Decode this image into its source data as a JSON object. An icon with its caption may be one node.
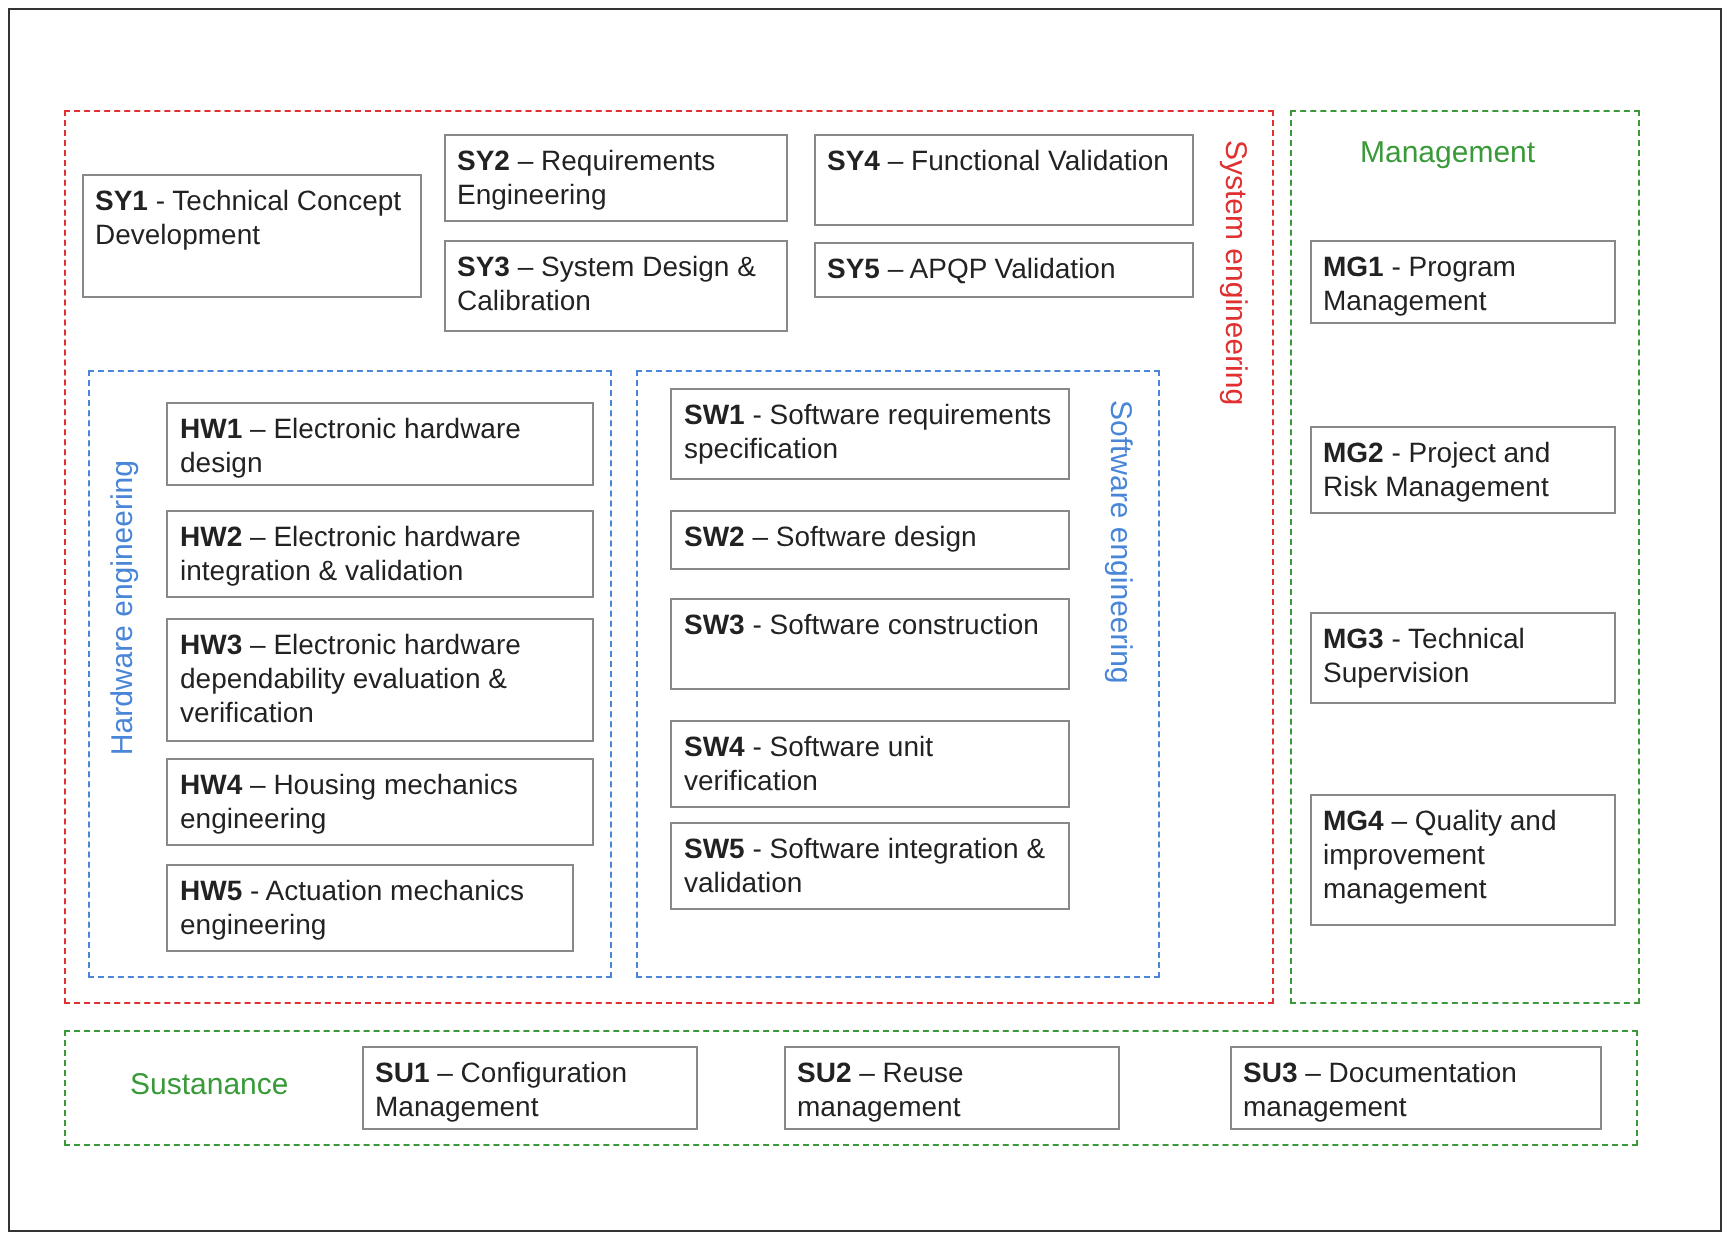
{
  "diagram": {
    "nodes": [
      {
        "text": [
          "System engineering"
        ]
      },
      {
        "text": [
          "**SY1** - Technical Concept Development"
        ],
        "in": 0
      },
      {
        "text": [
          "**SY2** – Requirements Engineering"
        ],
        "in": 0
      },
      {
        "text": [
          "**SY3** – System Design & Calibration"
        ],
        "in": 0
      },
      {
        "text": [
          "**SY4** – Functional Validation"
        ],
        "in": 0
      },
      {
        "text": [
          "**SY5** – APQP Validation"
        ],
        "in": 0
      },
      {
        "text": [
          "Hardware engineering"
        ],
        "in": 0
      },
      {
        "text": [
          "**HW1** – Electronic hardware design"
        ],
        "in": 6
      },
      {
        "text": [
          "**HW2** – Electronic hardware integration & validation"
        ],
        "in": 6
      },
      {
        "text": [
          "**HW3** – Electronic hardware dependability evaluation & verification"
        ],
        "in": 6
      },
      {
        "text": [
          "**HW4** – Housing mechanics engineering"
        ],
        "in": 6
      },
      {
        "text": [
          "**HW5** - Actuation mechanics engineering"
        ],
        "in": 6
      },
      {
        "text": [
          "Software engineering"
        ],
        "in": 0
      },
      {
        "text": [
          "**SW1** - Software requirements specification"
        ],
        "in": 12
      },
      {
        "text": [
          "**SW2** – Software design"
        ],
        "in": 12
      },
      {
        "text": [
          "**SW3** - Software construction"
        ],
        "in": 12
      },
      {
        "text": [
          "**SW4** - Software unit verification"
        ],
        "in": 12
      },
      {
        "text": [
          "**SW5** - Software integration & validation"
        ],
        "in": 12
      },
      {
        "text": [
          "Management"
        ]
      },
      {
        "text": [
          "**MG1** - Program Management"
        ],
        "in": 18
      },
      {
        "text": [
          "**MG2** - Project and Risk Management"
        ],
        "in": 18
      },
      {
        "text": [
          "**MG3** - Technical Supervision"
        ],
        "in": 18
      },
      {
        "text": [
          "**MG4** – Quality and improvement management"
        ],
        "in": 18
      },
      {
        "text": [
          "Sustanance"
        ]
      },
      {
        "text": [
          "**SU1** – Configuration Management"
        ],
        "in": 23
      },
      {
        "text": [
          "**SU2** – Reuse management"
        ],
        "in": 23
      },
      {
        "text": [
          "**SU3** – Documentation management"
        ],
        "in": 23
      }
    ],
    "edges": []
  }
}
